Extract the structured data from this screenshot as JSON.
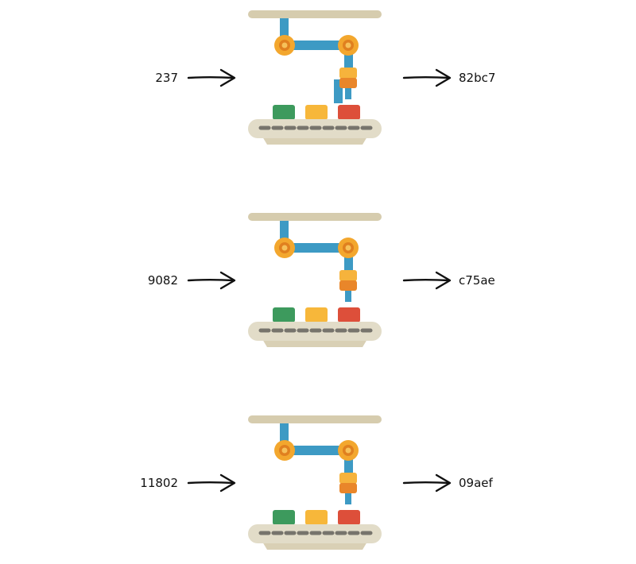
{
  "rows": [
    {
      "input": "237",
      "output": "82bc7"
    },
    {
      "input": "9082",
      "output": "c75ae"
    },
    {
      "input": "11802",
      "output": "09aef"
    }
  ],
  "colors": {
    "rail": "#d6ccae",
    "arm_blue": "#3d9ac4",
    "joint_orange": "#f3a72e",
    "joint_inner": "#e0801f",
    "gripper_top": "#f6b33c",
    "gripper_bottom": "#e9862a",
    "box_green": "#3d9a5d",
    "box_yellow": "#f7b73a",
    "box_red": "#dd4f3a",
    "belt": "#e2dcc8",
    "belt_dash": "#77746c",
    "arrow": "#111111"
  }
}
